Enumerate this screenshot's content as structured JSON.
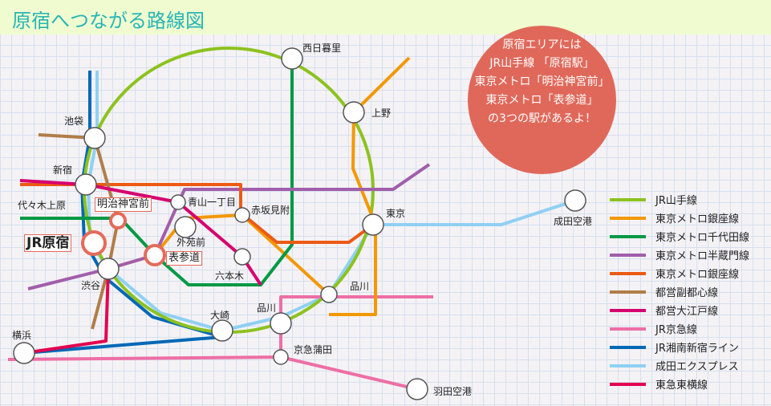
{
  "title": "原宿へつながる路線図",
  "callout": [
    "原宿エリアには",
    "JR山手線 「原宿駅」",
    "東京メトロ「明治神宮前」",
    "東京メトロ「表参道」",
    "の3つの駅があるよ！"
  ],
  "stations": {
    "nishinippori": "西日暮里",
    "ueno": "上野",
    "ikebukuro": "池袋",
    "shinjuku": "新宿",
    "yoyogiuehara": "代々木上原",
    "aoyama": "青山一丁目",
    "akasaka": "赤坂見附",
    "tokyo": "東京",
    "narita": "成田空港",
    "gaienmae": "外苑前",
    "roppongi": "六本木",
    "shinagawa": "品川",
    "shibuya": "渋谷",
    "osaki": "大崎",
    "shinagawa2": "品川",
    "yokohama": "横浜",
    "keikyukamata": "京急蒲田",
    "haneda": "羽田空港",
    "harajuku": "JR原宿",
    "meiji": "明治神宮前",
    "omotesando": "表参道"
  },
  "legend": [
    {
      "label": "JR山手線",
      "color": "#8dc21f"
    },
    {
      "label": "東京メトロ銀座線",
      "color": "#f39800"
    },
    {
      "label": "東京メトロ千代田線",
      "color": "#009944"
    },
    {
      "label": "東京メトロ半蔵門線",
      "color": "#a15eaa"
    },
    {
      "label": "東京メトロ銀座線",
      "color": "#ec5a14"
    },
    {
      "label": "都営副都心線",
      "color": "#b07d48"
    },
    {
      "label": "都営大江戸線",
      "color": "#d6006f"
    },
    {
      "label": "JR京急線",
      "color": "#ee6ea5"
    },
    {
      "label": "JR湘南新宿ライン",
      "color": "#0068b7"
    },
    {
      "label": "成田エクスプレス",
      "color": "#8fd0f3"
    },
    {
      "label": "東急東横線",
      "color": "#e4004f"
    }
  ]
}
